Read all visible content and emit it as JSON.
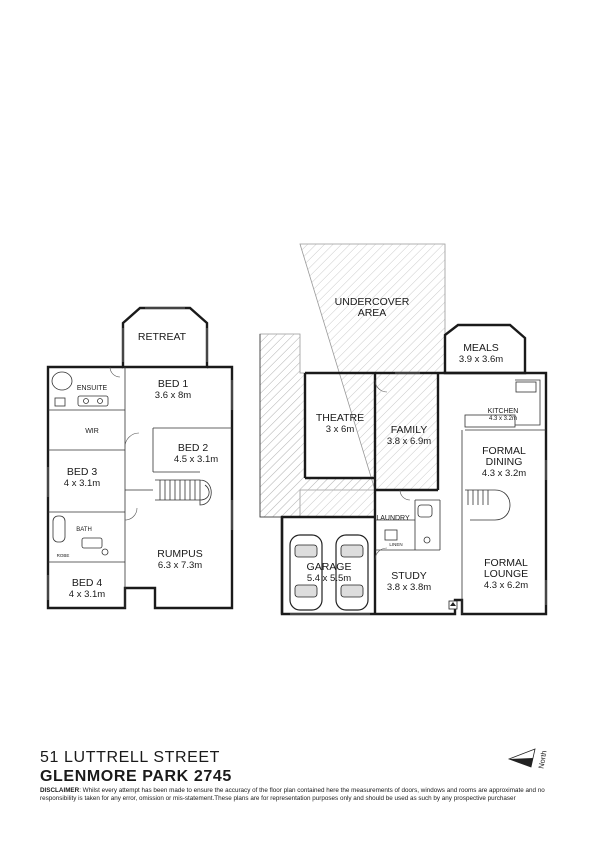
{
  "rooms": {
    "retreat": {
      "name": "RETREAT"
    },
    "bed1": {
      "name": "BED 1",
      "size": "3.6 x 8m"
    },
    "ensuite": {
      "name": "ENSUITE"
    },
    "wir": {
      "name": "WIR"
    },
    "bed2": {
      "name": "BED 2",
      "size": "4.5 x 3.1m"
    },
    "bed3": {
      "name": "BED 3",
      "size": "4 x 3.1m"
    },
    "bath": {
      "name": "BATH"
    },
    "robe": {
      "name": "ROBE"
    },
    "rumpus": {
      "name": "RUMPUS",
      "size": "6.3 x 7.3m"
    },
    "bed4": {
      "name": "BED 4",
      "size": "4 x 3.1m"
    },
    "undercover": {
      "line1": "UNDERCOVER",
      "line2": "AREA"
    },
    "meals": {
      "name": "MEALS",
      "size": "3.9 x 3.6m"
    },
    "kitchen": {
      "name": "KITCHEN",
      "size": "4.3 x 3.2m"
    },
    "theatre": {
      "name": "THEATRE",
      "size": "3 x 6m"
    },
    "family": {
      "name": "FAMILY",
      "size": "3.8 x 6.9m"
    },
    "formal_dining": {
      "line1": "FORMAL",
      "line2": "DINING",
      "size": "4.3 x 3.2m"
    },
    "laundry": {
      "name": "LAUNDRY"
    },
    "linen": {
      "name": "LINEN"
    },
    "garage": {
      "name": "GARAGE",
      "size": "5.4 x 5.5m"
    },
    "study": {
      "name": "STUDY",
      "size": "3.8 x 3.8m"
    },
    "formal_lounge": {
      "line1": "FORMAL",
      "line2": "LOUNGE",
      "size": "4.3 x 6.2m"
    }
  },
  "footer": {
    "address": "51 LUTTRELL STREET",
    "suburb": "GLENMORE PARK 2745",
    "disclaimer_label": "DISCLAIMER",
    "disclaimer_text": ": Whilst every attempt has been made to ensure the accuracy of the floor plan contained here the measurements of doors, windows and rooms are approximate and no responsibility is taken for any error, omission or mis-statement.These plans are for representation purposes only and should be used as such by any prospective purchaser",
    "north_label": "North"
  },
  "colors": {
    "walls": "#1a1a1a",
    "hatch": "#b5b5b5",
    "background": "#ffffff"
  }
}
